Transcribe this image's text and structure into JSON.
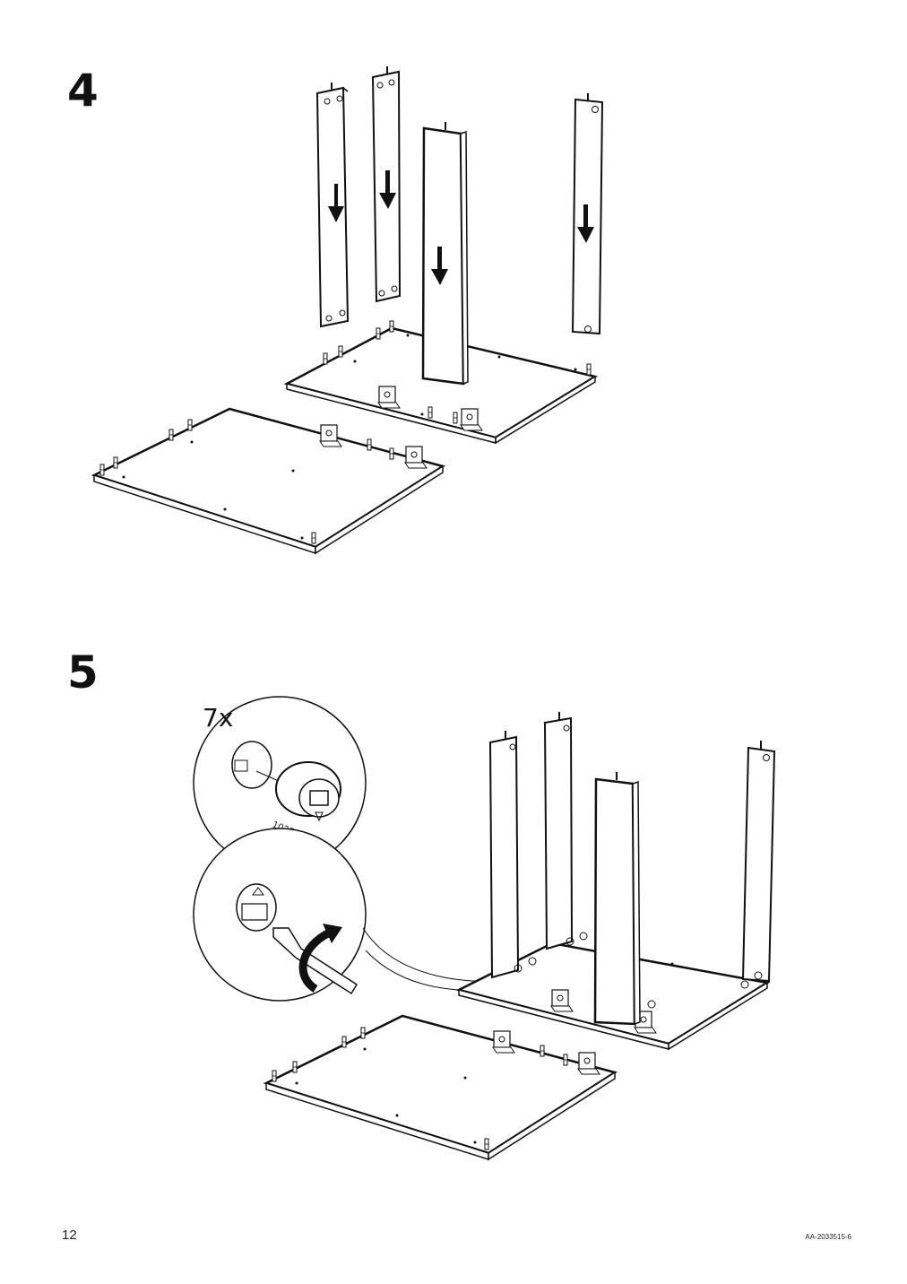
{
  "page": {
    "step_4": "4",
    "step_5": "5",
    "page_number": "12",
    "document_code": "AA-2033515-6"
  },
  "step5_detail": {
    "quantity": "7x",
    "part_number": "102509"
  }
}
